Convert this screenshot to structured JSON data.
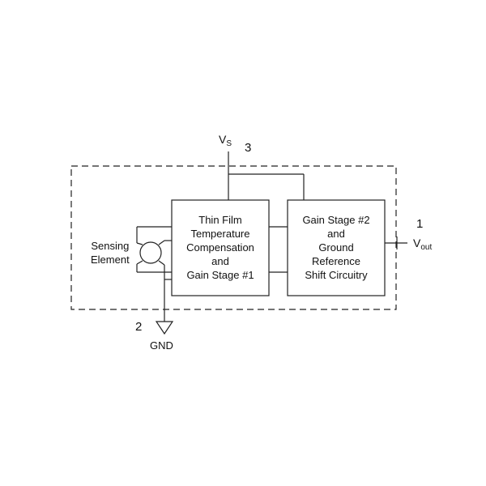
{
  "supply": {
    "label": "V",
    "subscript": "S",
    "pin": "3"
  },
  "output": {
    "label": "V",
    "subscript": "out",
    "pin": "1"
  },
  "ground": {
    "label": "GND",
    "pin": "2"
  },
  "sensor": {
    "lines": [
      "Sensing",
      "Element"
    ]
  },
  "block1": {
    "lines": [
      "Thin Film",
      "Temperature",
      "Compensation",
      "and",
      "Gain Stage #1"
    ]
  },
  "block2": {
    "lines": [
      "Gain Stage #2",
      "and",
      "Ground",
      "Reference",
      "Shift Circuitry"
    ]
  },
  "colors": {
    "line": "#222222",
    "background": "#ffffff"
  }
}
